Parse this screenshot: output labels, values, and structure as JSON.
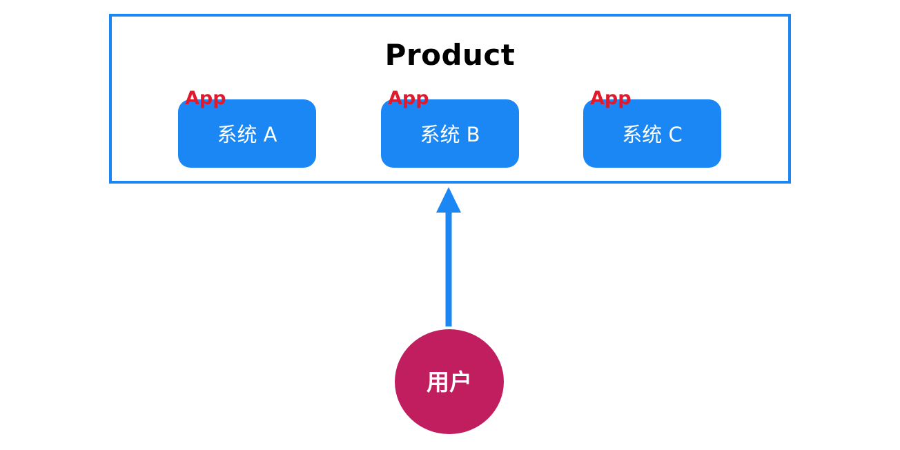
{
  "diagram": {
    "title": "Product",
    "systems": [
      {
        "tag": "App",
        "label": "系统 A"
      },
      {
        "tag": "App",
        "label": "系统 B"
      },
      {
        "tag": "App",
        "label": "系统 C"
      }
    ],
    "user": {
      "label": "用户"
    },
    "connector": {
      "from": "用户",
      "to": "系统 B",
      "direction": "up"
    },
    "colors": {
      "box_blue": "#1b87f5",
      "boundary_border_blue": "#1b87f5",
      "arrow_blue": "#1b87f5",
      "app_tag_red": "#e0192d",
      "user_circle_pink": "#c01e5f",
      "title_black": "#000000",
      "label_white": "#ffffff",
      "background": "#ffffff"
    }
  }
}
